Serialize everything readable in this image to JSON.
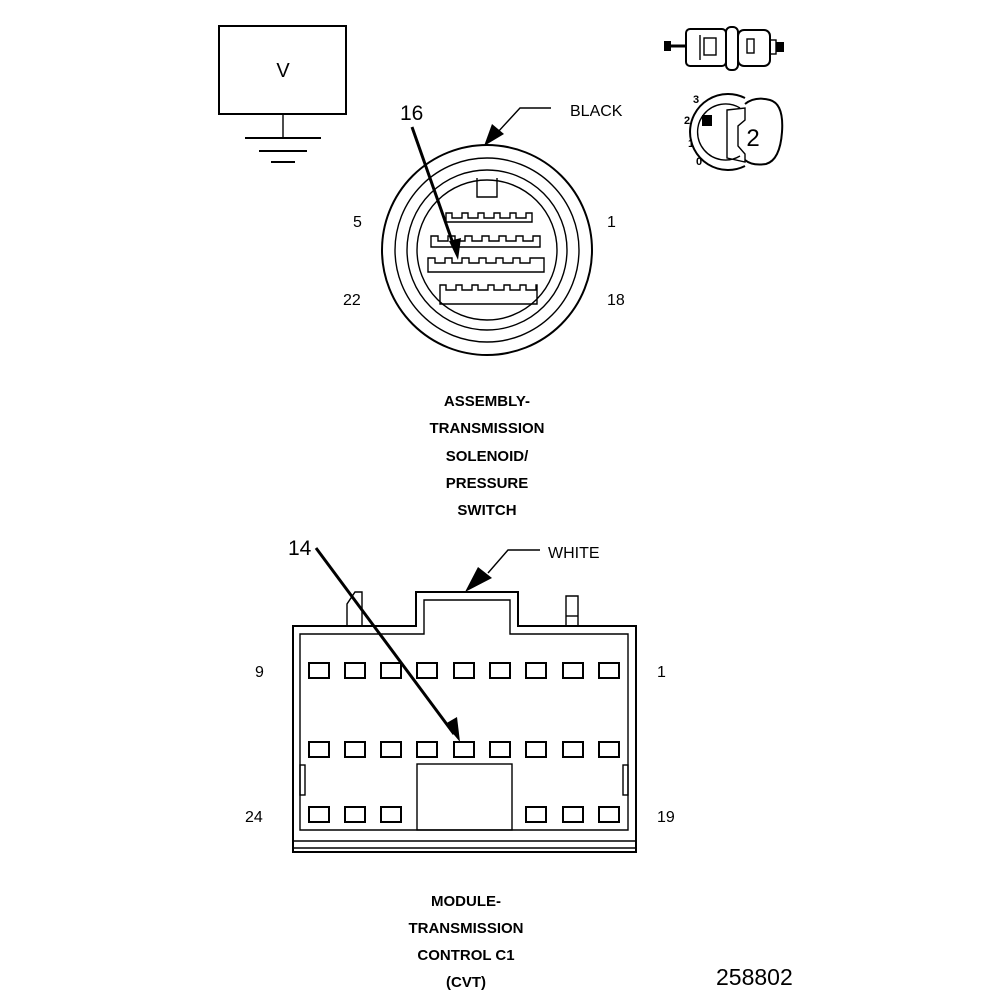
{
  "meter": {
    "label": "V"
  },
  "connector_1": {
    "callout_pin": "16",
    "color": "BLACK",
    "pin_labels": {
      "top_left": "5",
      "top_right": "1",
      "bottom_left": "22",
      "bottom_right": "18"
    },
    "title_lines": [
      "ASSEMBLY-",
      "TRANSMISSION",
      "SOLENOID/",
      "PRESSURE",
      "SWITCH"
    ]
  },
  "connector_2": {
    "callout_pin": "14",
    "color": "WHITE",
    "pin_labels": {
      "top_left": "9",
      "top_right": "1",
      "bottom_left": "24",
      "bottom_right": "19"
    },
    "title_lines": [
      "MODULE-",
      "TRANSMISSION",
      "CONTROL C1",
      "(CVT)"
    ]
  },
  "ignition_switch": {
    "positions": [
      "3",
      "2",
      "1",
      "0"
    ],
    "selected": "2"
  },
  "figure_number": "258802"
}
